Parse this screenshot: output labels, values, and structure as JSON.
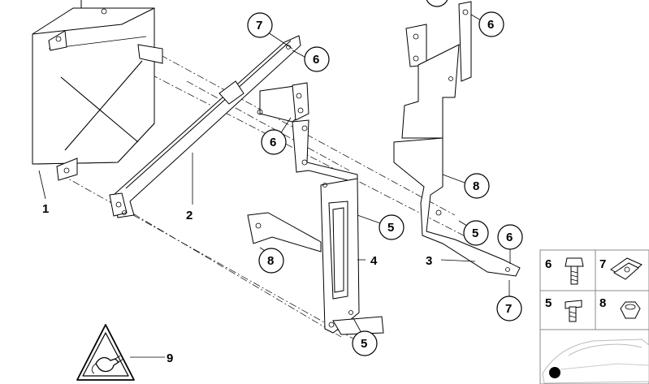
{
  "callouts": {
    "plain": [
      {
        "id": "c1",
        "text": "1"
      },
      {
        "id": "c2",
        "text": "2"
      },
      {
        "id": "c3",
        "text": "3"
      },
      {
        "id": "c4",
        "text": "4"
      },
      {
        "id": "c9",
        "text": "9"
      }
    ],
    "circled": [
      {
        "id": "c7a",
        "text": "7"
      },
      {
        "id": "c6a",
        "text": "6"
      },
      {
        "id": "c6b",
        "text": "6"
      },
      {
        "id": "c6c",
        "text": "6"
      },
      {
        "id": "c8a",
        "text": "8"
      },
      {
        "id": "c5a",
        "text": "5"
      },
      {
        "id": "c5b",
        "text": "5"
      },
      {
        "id": "c6d",
        "text": "6"
      },
      {
        "id": "c8b",
        "text": "8"
      },
      {
        "id": "c7b",
        "text": "7"
      },
      {
        "id": "c5c",
        "text": "5"
      }
    ]
  },
  "hardware_key": [
    {
      "num": "6",
      "item": "bolt"
    },
    {
      "num": "7",
      "item": "clip nut"
    },
    {
      "num": "5",
      "item": "bolt"
    },
    {
      "num": "8",
      "item": "nut"
    }
  ],
  "icons": {
    "warning_triangle": "electrical-plug-warning-icon",
    "vehicle_locator": "car-locator-icon"
  }
}
